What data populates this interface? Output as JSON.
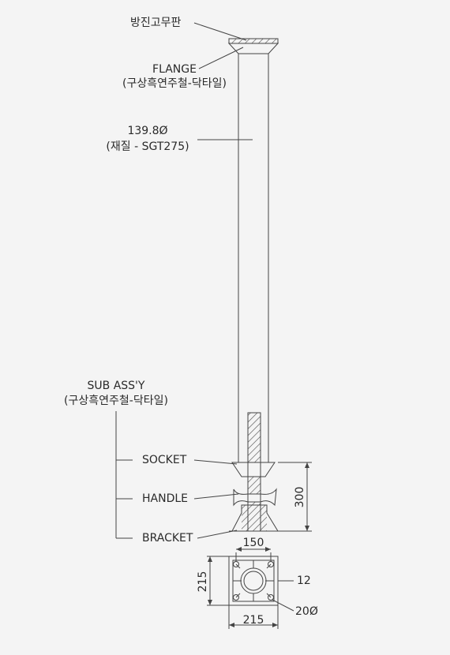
{
  "labels": {
    "rubber_pad": "방진고무판",
    "flange": "FLANGE",
    "flange_material": "(구상흑연주철-닥타일)",
    "pipe_size": "139.8Ø",
    "pipe_material": "(재질 - SGT275)",
    "sub_assy": "SUB ASS'Y",
    "sub_assy_material": "(구상흑연주철-닥타일)",
    "socket": "SOCKET",
    "handle": "HANDLE",
    "bracket": "BRACKET"
  },
  "dimensions": {
    "height": "300",
    "hole_spacing": "150",
    "plate_height": "215",
    "plate_width": "215",
    "thickness": "12",
    "hole_dia": "20Ø"
  }
}
